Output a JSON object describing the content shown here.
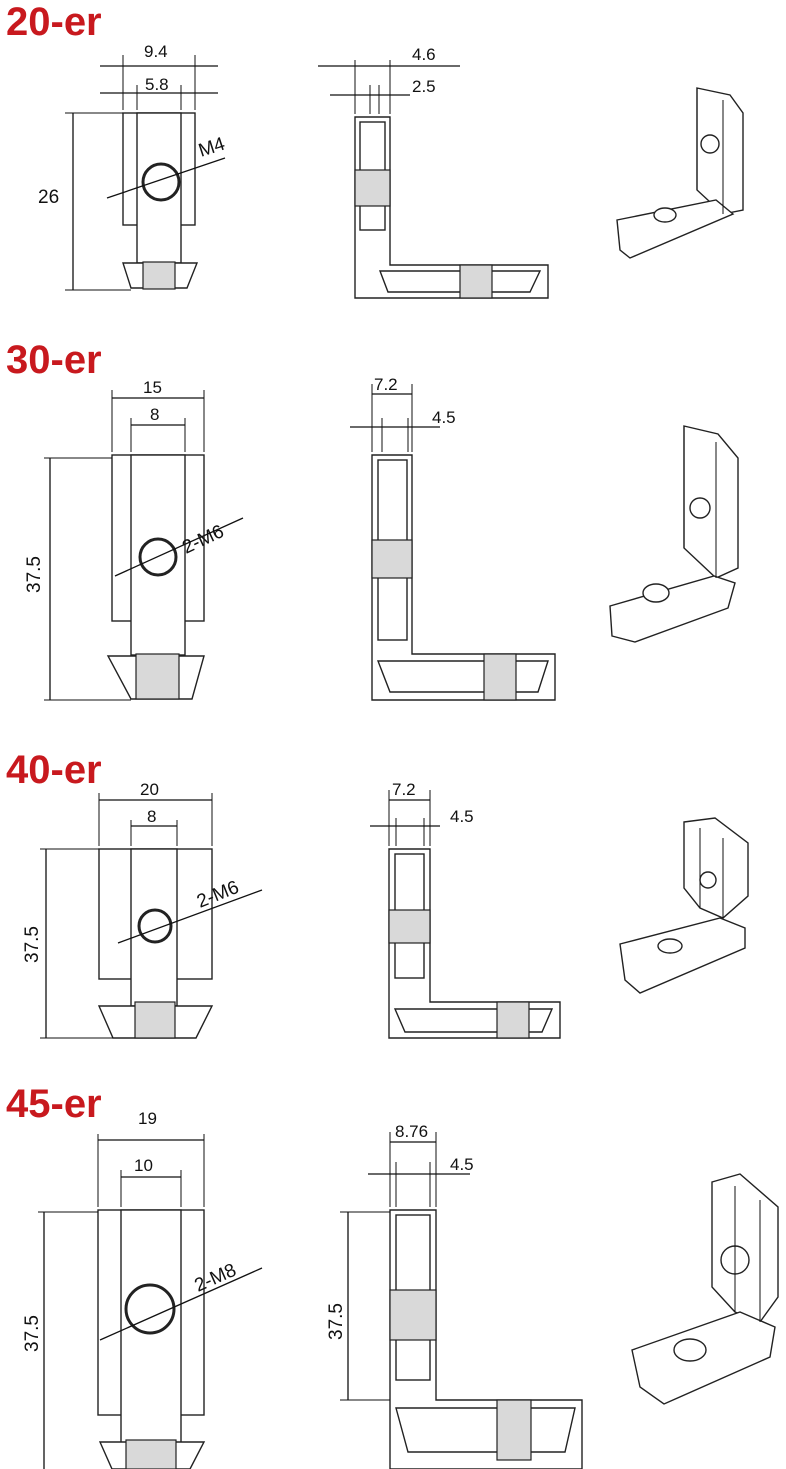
{
  "sections": [
    {
      "title": "20-er",
      "front": {
        "width_outer": "9.4",
        "width_inner": "5.8",
        "height": "26",
        "thread": "M4"
      },
      "side": {
        "dim_a": "4.6",
        "dim_b": "2.5",
        "height": ""
      }
    },
    {
      "title": "30-er",
      "front": {
        "width_outer": "15",
        "width_inner": "8",
        "height": "37.5",
        "thread": "2-M6"
      },
      "side": {
        "dim_a": "7.2",
        "dim_b": "4.5",
        "height": ""
      }
    },
    {
      "title": "40-er",
      "front": {
        "width_outer": "20",
        "width_inner": "8",
        "height": "37.5",
        "thread": "2-M6"
      },
      "side": {
        "dim_a": "7.2",
        "dim_b": "4.5",
        "height": ""
      }
    },
    {
      "title": "45-er",
      "front": {
        "width_outer": "19",
        "width_inner": "10",
        "height": "37.5",
        "thread": "2-M8"
      },
      "side": {
        "dim_a": "8.76",
        "dim_b": "4.5",
        "height": "37.5"
      }
    }
  ]
}
